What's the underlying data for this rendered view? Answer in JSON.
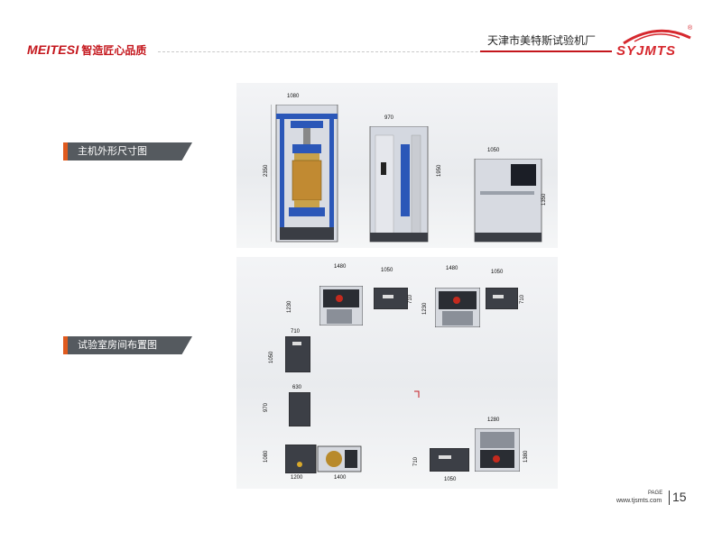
{
  "header": {
    "brand": "MEITESI",
    "slogan": "智造匠心品质",
    "company": "天津市美特斯试验机厂",
    "logo_text": "SYJMTS",
    "logo_mark": "®",
    "accent": "#c4161c"
  },
  "sections": [
    {
      "label": "主机外形尺寸图"
    },
    {
      "label": "试验室房间布置图"
    }
  ],
  "dimensions_panel1": {
    "front_width": "1080",
    "front_height": "2350",
    "side_width": "970",
    "side_height": "1950",
    "cabinet_width": "1050",
    "cabinet_height": "1350"
  },
  "dimensions_panel2": {
    "a_width": "1480",
    "a_depth": "1230",
    "b_width": "1050",
    "b_depth": "710",
    "c_width": "1480",
    "c_depth": "1230",
    "d_width": "1050",
    "d_depth": "710",
    "e_width": "710",
    "e_depth": "1050",
    "f_width": "630",
    "f_depth": "970",
    "g_depth": "1080",
    "g_width1": "1200",
    "g_width2": "1400",
    "h_depth": "710",
    "h_width": "1050",
    "i_width": "1280",
    "i_depth": "1380"
  },
  "footer": {
    "page_label": "PAGE",
    "url": "www.tjsmts.com",
    "page_number": "15"
  }
}
